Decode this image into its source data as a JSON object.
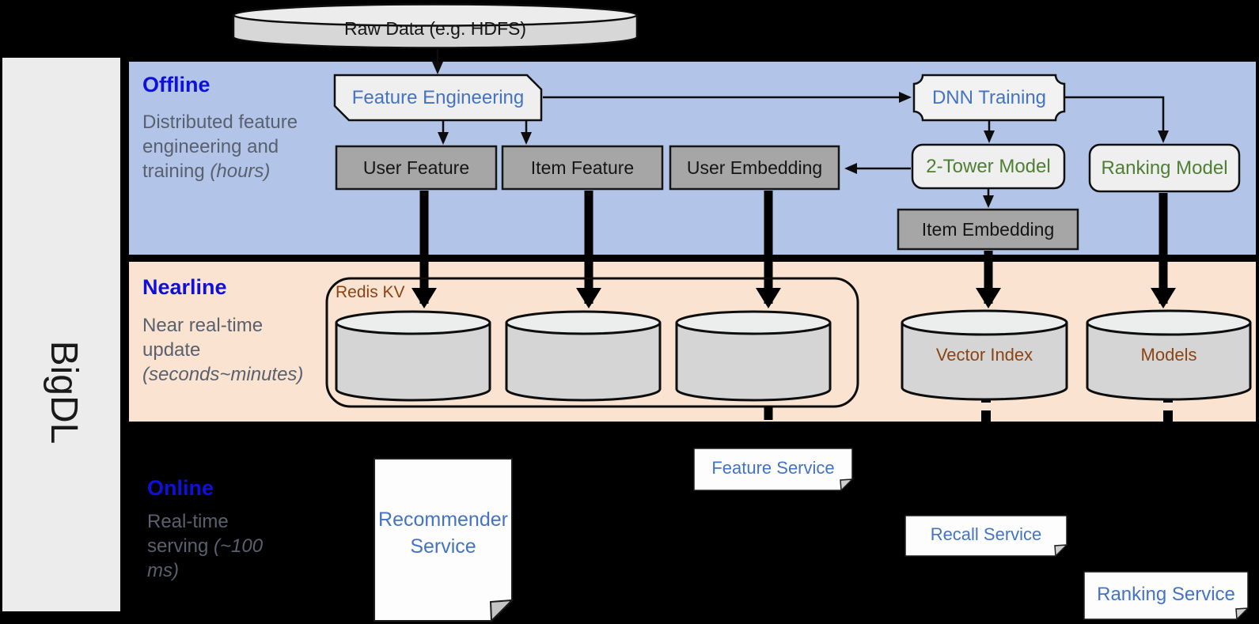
{
  "brand": {
    "label": "BigDL"
  },
  "pipeline": {
    "source_label": "Raw Data (e.g. HDFS)"
  },
  "sections": {
    "offline": {
      "title": "Offline",
      "description": "Distributed feature engineering and training",
      "description_note": "(hours)"
    },
    "nearline": {
      "title": "Nearline",
      "description": "Near real-time update",
      "description_note": "(seconds~minutes)"
    },
    "online": {
      "title": "Online",
      "description": "Real-time serving",
      "description_note": "(~100 ms)"
    }
  },
  "nodes": {
    "feature_engineering": "Feature Engineering",
    "dnn_training": "DNN Training",
    "user_feature": "User Feature",
    "item_feature": "Item Feature",
    "user_embedding": "User Embedding",
    "two_tower_model": "2-Tower Model",
    "ranking_model": "Ranking Model",
    "item_embedding": "Item Embedding",
    "redis_kv": "Redis KV",
    "vector_index": "Vector Index",
    "models": "Models",
    "recommender_service": "Recommender Service",
    "feature_service": "Feature Service",
    "recall_service": "Recall Service",
    "ranking_service": "Ranking Service"
  },
  "colors": {
    "band-offline": "#b2c5e8",
    "band-nearline": "#fae3d1",
    "section-title": "#0f10d8",
    "section-desc": "#59606e",
    "node-blue": "#4573c4",
    "node-green": "#4f7f33",
    "store-brown": "#8c4313",
    "node-gray-fill": "#a6a6a6",
    "node-light-fill": "#eeefee",
    "sidebar-fill": "#ececec"
  }
}
